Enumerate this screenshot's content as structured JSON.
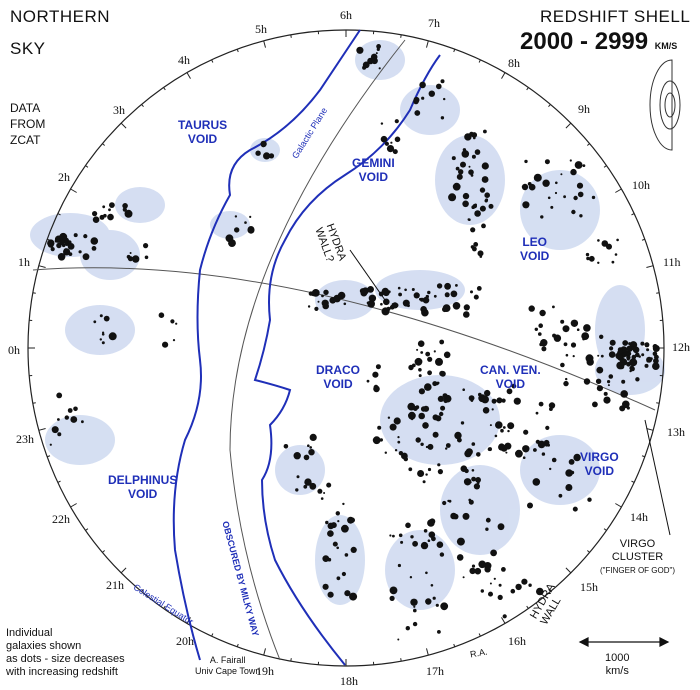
{
  "header": {
    "title_line1": "NORTHERN",
    "title_line2": "SKY",
    "shell_label": "REDSHIFT SHELL",
    "shell_range": "2000 - 2999",
    "shell_unit": "KM/S"
  },
  "source": {
    "line1": "DATA",
    "line2": "FROM",
    "line3": "ZCAT"
  },
  "voids": {
    "taurus": [
      "TAURUS",
      "VOID"
    ],
    "gemini": [
      "GEMINI",
      "VOID"
    ],
    "leo": [
      "LEO",
      "VOID"
    ],
    "draco": [
      "DRACO",
      "VOID"
    ],
    "canven": [
      "CAN. VEN.",
      "VOID"
    ],
    "virgo": [
      "VIRGO",
      "VOID"
    ],
    "delphinus": [
      "DELPHINUS",
      "VOID"
    ]
  },
  "features": {
    "hydra_wall_q": [
      "HYDRA",
      "WALL?"
    ],
    "hydra_wall": [
      "HYDRA",
      "WALL"
    ],
    "virgo_cluster": [
      "VIRGO",
      "CLUSTER",
      "(\"FINGER OF GOD\")"
    ],
    "galactic_plane": "Galactic Plane",
    "celestial_equator": "Celestial Equator",
    "milky_way": "OBSCURED BY MILKY WAY",
    "ra_label": "R.A."
  },
  "hours": [
    "5h",
    "6h",
    "7h",
    "8h",
    "4h",
    "9h",
    "3h",
    "10h",
    "2h",
    "11h",
    "1h",
    "0h",
    "12h",
    "23h",
    "13h",
    "22h",
    "14h",
    "21h",
    "15h",
    "20h",
    "16h",
    "19h",
    "17h",
    "18h"
  ],
  "legend": {
    "note": [
      "Individual",
      "galaxies shown",
      "as dots - size decreases",
      "with increasing redshift"
    ],
    "credit": [
      "A. Fairall",
      "Univ Cape Town"
    ],
    "scale_value": "1000",
    "scale_unit": "km/s"
  },
  "colors": {
    "void_text": "#1f2fb8",
    "milky_way_line": "#1f2fb8",
    "halo": "#c7d4ee",
    "dots": "#111111"
  }
}
